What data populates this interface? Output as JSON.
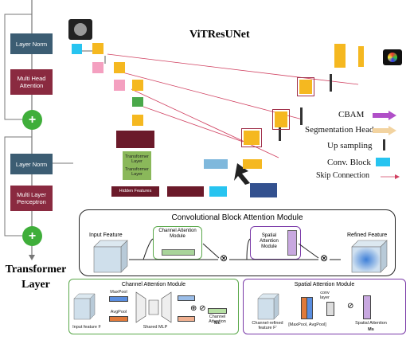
{
  "title": "ViTResUNet",
  "transformer": {
    "caption_line1": "Transformer",
    "caption_line2": "Layer",
    "blocks": [
      "Layer Norm",
      "Multi Head Attention",
      "Layer Norm",
      "Multi Layer Perceptron"
    ],
    "plus_symbol": "+"
  },
  "network": {
    "transformer_layer_label": "Transformer Layer",
    "hidden_features_label": "Hidden Features"
  },
  "legend": {
    "items": [
      {
        "label": "CBAM",
        "color": "#b04fc8"
      },
      {
        "label": "Segmentation Head",
        "color": "#f2d3a0"
      },
      {
        "label": "Up sampling",
        "color": "#333333"
      },
      {
        "label": "Conv. Block",
        "color": "#27c4f0"
      },
      {
        "label": "Skip Connection",
        "color": "#d04060"
      }
    ]
  },
  "cbam": {
    "title": "Convolutional Block Attention Module",
    "input_label": "Input Feature",
    "channel_label": "Channel Attention Module",
    "spatial_label": "Spatial Attention Module",
    "refined_label": "Refined Feature",
    "multiply_symbol": "⊗"
  },
  "channel_module": {
    "title": "Channel Attention Module",
    "input_label": "Input feature F",
    "maxpool_label": "MaxPool",
    "avgpool_label": "AvgPool",
    "mlp_label": "Shared MLP",
    "output_label": "Channel Attention",
    "output_symbol": "Mc"
  },
  "spatial_module": {
    "title": "Spatial Attention Module",
    "input_label": "Channel-refined feature F'",
    "pool_label": "[MaxPool, AvgPool]",
    "conv_label": "conv layer",
    "output_label": "Spatial Attention",
    "output_symbol": "Ms"
  }
}
